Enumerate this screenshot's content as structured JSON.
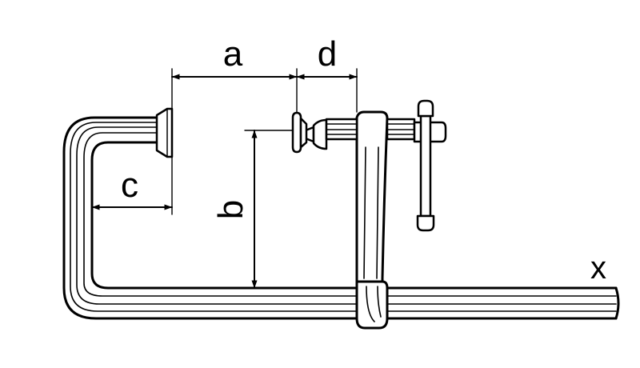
{
  "diagram": {
    "labels": {
      "a": "a",
      "b": "b",
      "c": "c",
      "d": "d",
      "x": "x"
    },
    "colors": {
      "line": "#000000",
      "background": "#ffffff"
    }
  }
}
